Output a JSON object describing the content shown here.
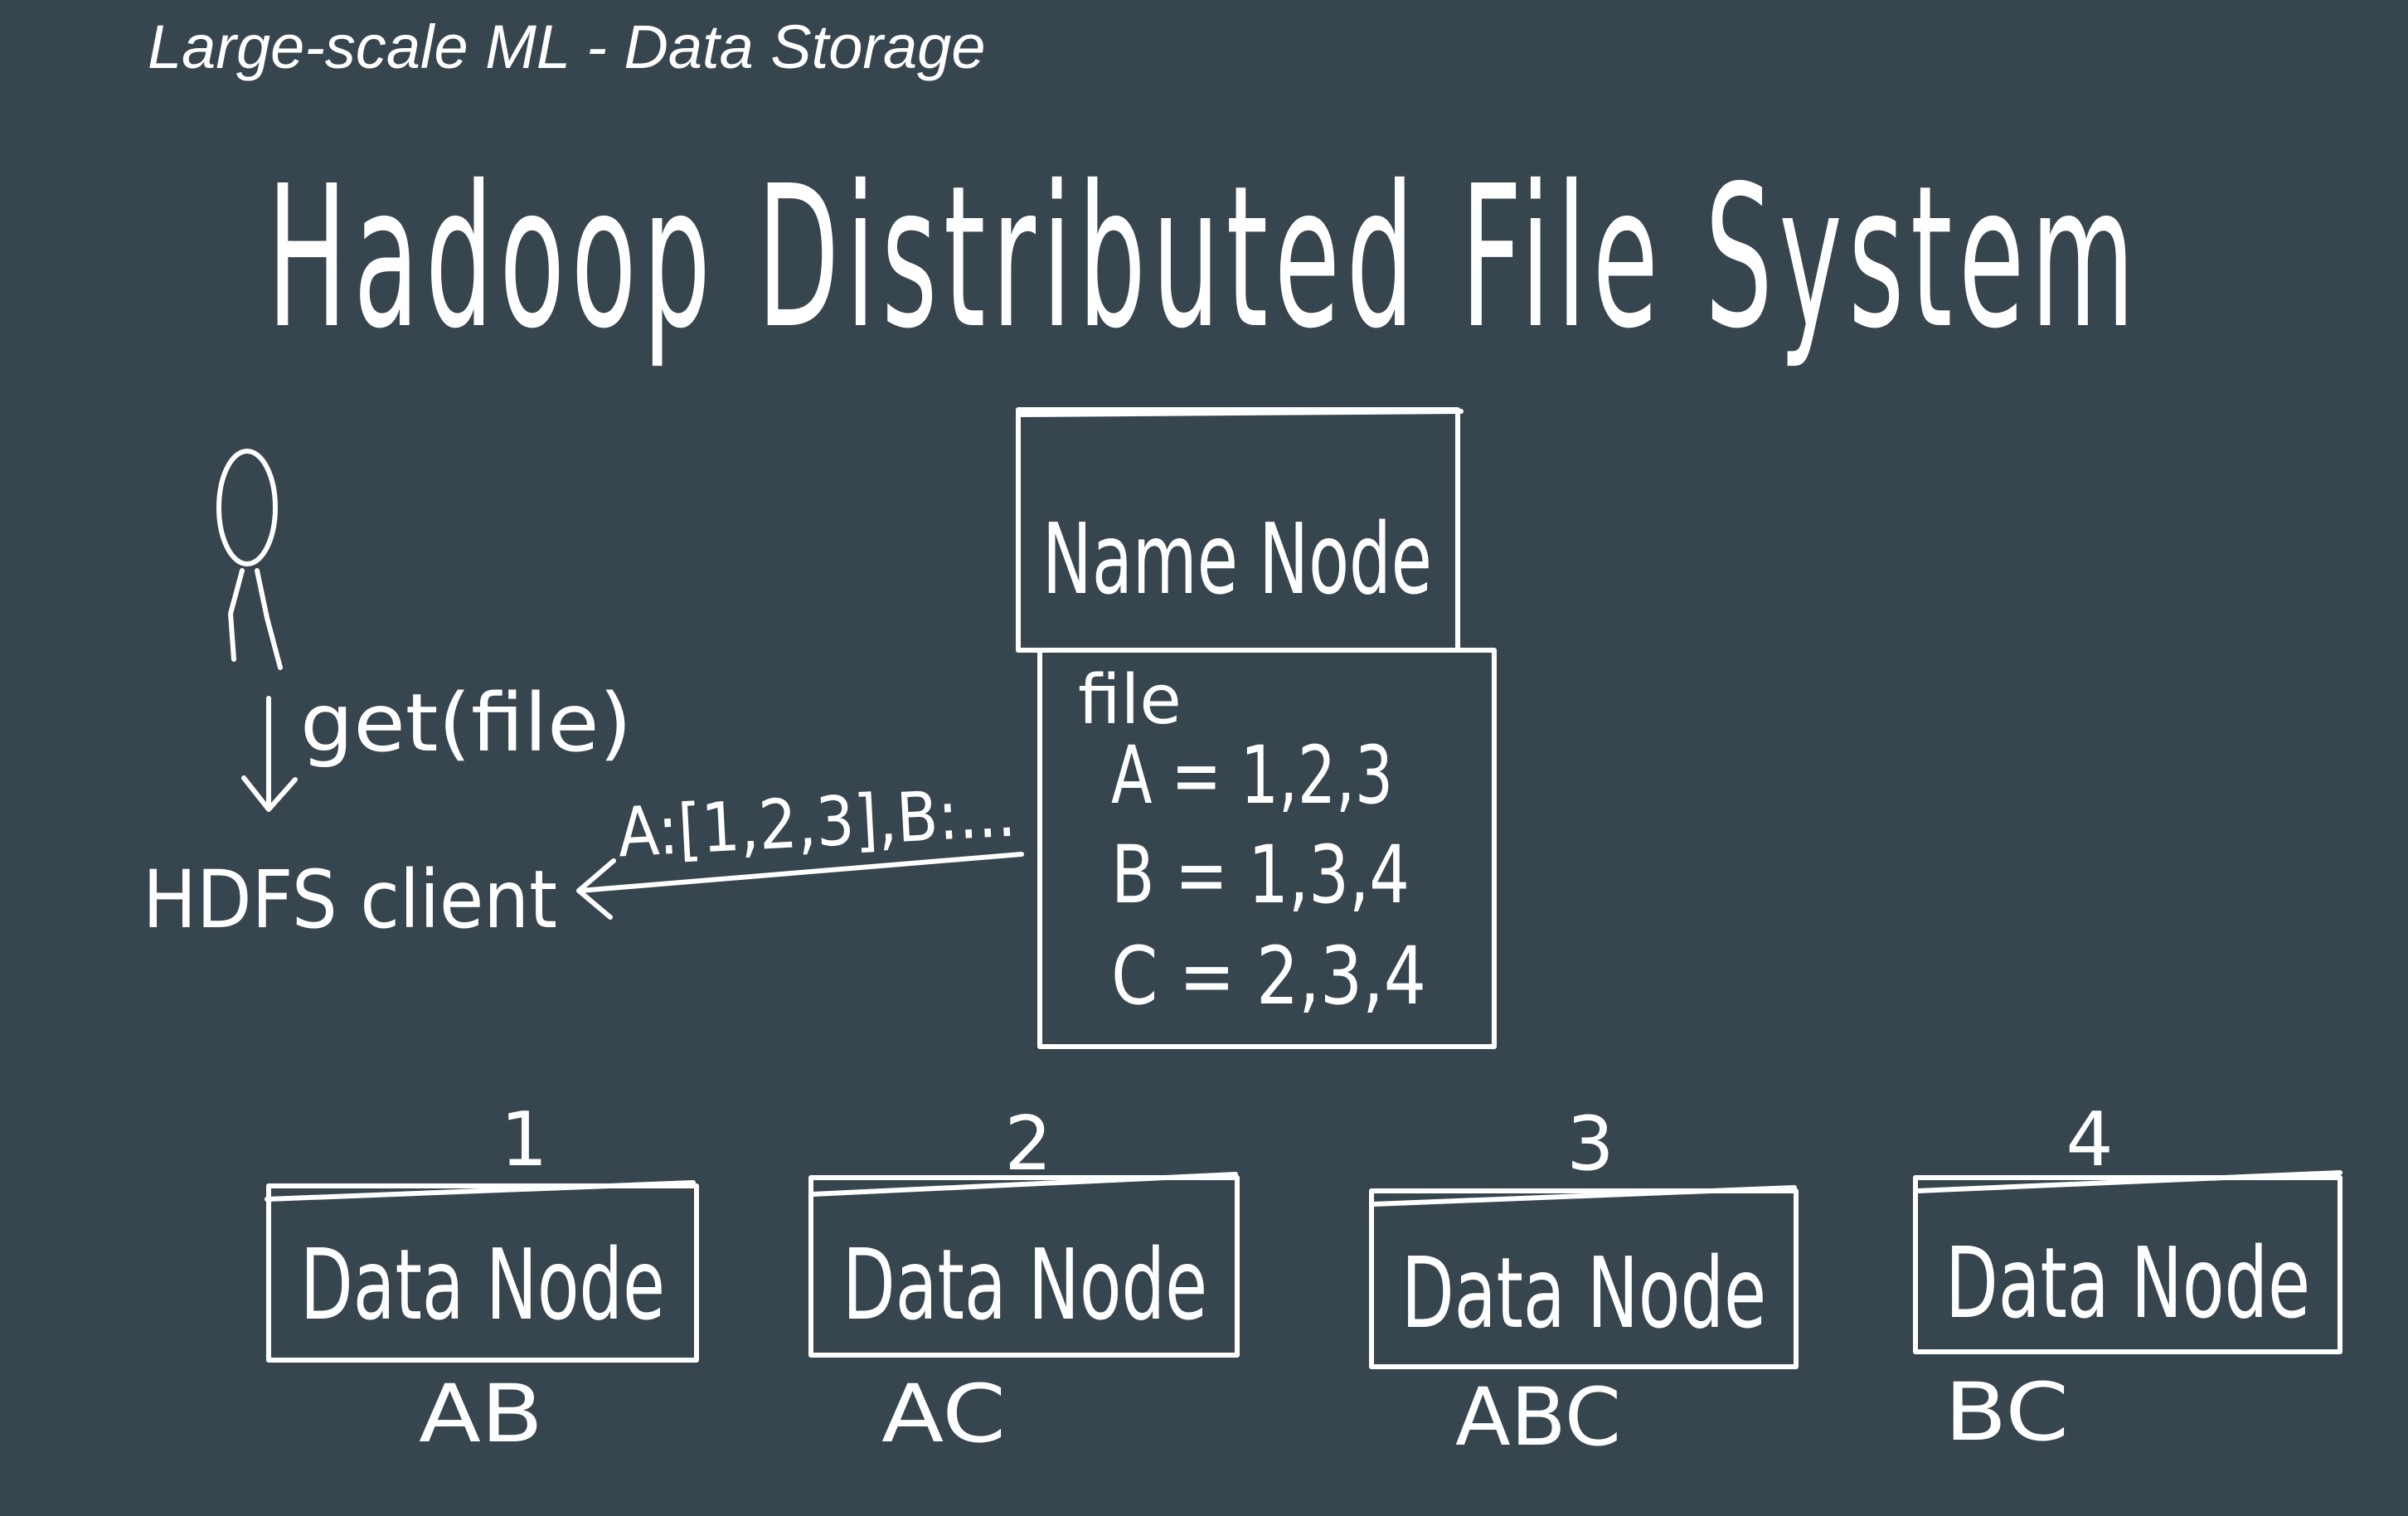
{
  "slide": {
    "title": "Large-scale ML - Data Storage",
    "heading": "Hadoop Distributed File System"
  },
  "user": {
    "request": "get(file)",
    "client_label": "HDFS client"
  },
  "response": {
    "text": "A:[1,2,3],B:..."
  },
  "name_node": {
    "label": "Name Node",
    "metadata_header": "file",
    "blocks": [
      "A = 1,2,3",
      "B = 1,3,4",
      "C = 2,3,4"
    ]
  },
  "data_nodes": [
    {
      "number": "1",
      "label": "Data Node",
      "blocks": "AB"
    },
    {
      "number": "2",
      "label": "Data Node",
      "blocks": "AC"
    },
    {
      "number": "3",
      "label": "Data Node",
      "blocks": "ABC"
    },
    {
      "number": "4",
      "label": "Data Node",
      "blocks": "BC"
    }
  ],
  "colors": {
    "background": "#37454f",
    "ink": "#ffffff"
  }
}
